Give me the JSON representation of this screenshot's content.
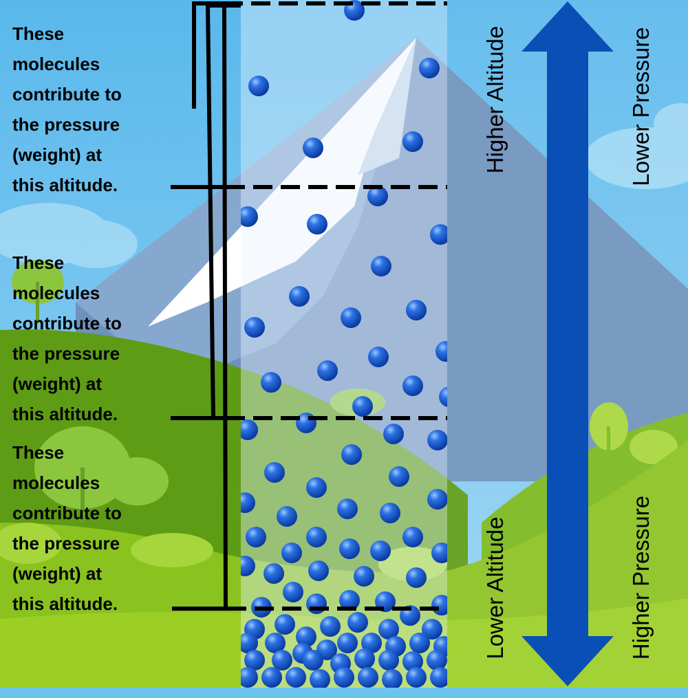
{
  "captions": [
    [
      "These",
      "molecules",
      "contribute to",
      "the pressure",
      "(weight) at",
      "this altitude."
    ],
    [
      "These",
      "molecules",
      "contribute to",
      "the pressure",
      "(weight) at",
      "this altitude."
    ],
    [
      "These",
      "molecules",
      "contribute to",
      "the pressure",
      "(weight) at",
      "this altitude."
    ]
  ],
  "labels": {
    "higher_altitude": "Higher Altitude",
    "lower_altitude": "Lower Altitude",
    "lower_pressure": "Lower Pressure",
    "higher_pressure": "Higher Pressure"
  },
  "colors": {
    "sky": "#6cc4ee",
    "mountain": "#6c90b9",
    "snow": "#ffffff",
    "hill_dark": "#5e9c15",
    "hill_light": "#8ac21f",
    "arrow": "#0a4fb6",
    "molecule": "#1a5fd6"
  }
}
